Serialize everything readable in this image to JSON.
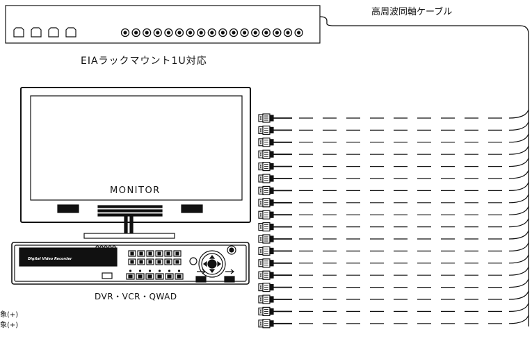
{
  "labels": {
    "cable": "高周波同軸ケーブル",
    "rack": "EIAラックマウント1U対応",
    "monitor": "MONITOR",
    "dvr": "DVR・VCR・QWAD",
    "dvr_brand": "Digital Video Recorder",
    "legend": [
      "象(+)",
      "象(+)"
    ]
  },
  "connectors": {
    "count": 18,
    "dash_segments": 9
  },
  "rack_unit": {
    "ports_square": 4,
    "ports_round": 17
  }
}
